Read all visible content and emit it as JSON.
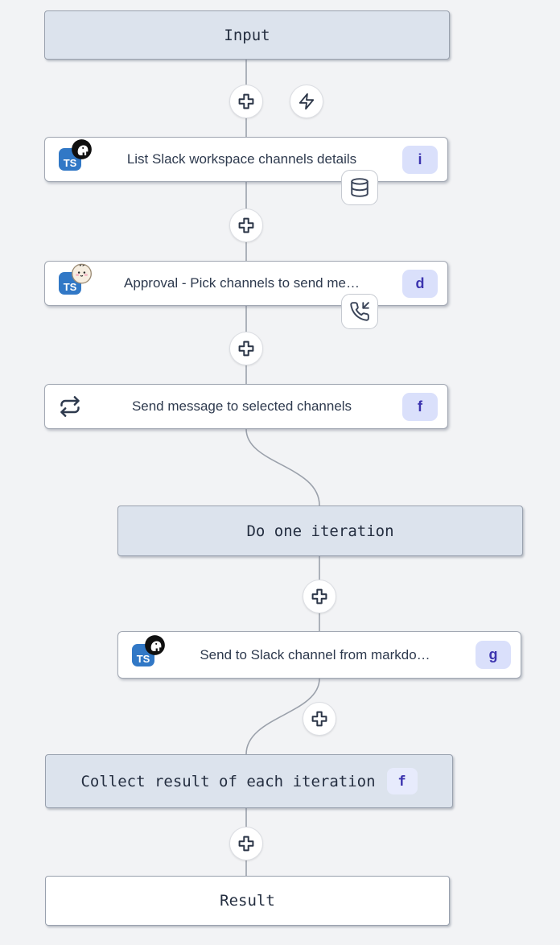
{
  "flow": {
    "language_badge": "TS",
    "input": {
      "label": "Input"
    },
    "steps": [
      {
        "title": "List Slack workspace channels details",
        "badge": "i",
        "language": "TS",
        "runtime_icon": "deno-icon",
        "attachment_icon": "database-icon"
      },
      {
        "title": "Approval - Pick channels to send me…",
        "badge": "d",
        "language": "TS",
        "runtime_icon": "bun-icon",
        "attachment_icon": "phone-incoming-icon"
      },
      {
        "title": "Send message to selected channels",
        "badge": "f",
        "icon": "repeat-icon"
      },
      {
        "title": "Send to Slack channel from markdo…",
        "badge": "g",
        "language": "TS",
        "runtime_icon": "deno-icon"
      }
    ],
    "loop": {
      "iteration_label": "Do one iteration",
      "collect_label": "Collect result of each iteration",
      "collect_badge": "f"
    },
    "result": {
      "label": "Result"
    }
  },
  "colors": {
    "canvas_bg": "#f2f3f5",
    "virtual_node_bg": "#dce3ed",
    "node_bg": "#ffffff",
    "node_border": "#a2a8b3",
    "edge": "#9ba1ab",
    "title_text": "#2e3a4e",
    "badge_bg": "#dae0fb",
    "badge_text": "#3c34af",
    "typescript_blue": "#3178c6"
  }
}
